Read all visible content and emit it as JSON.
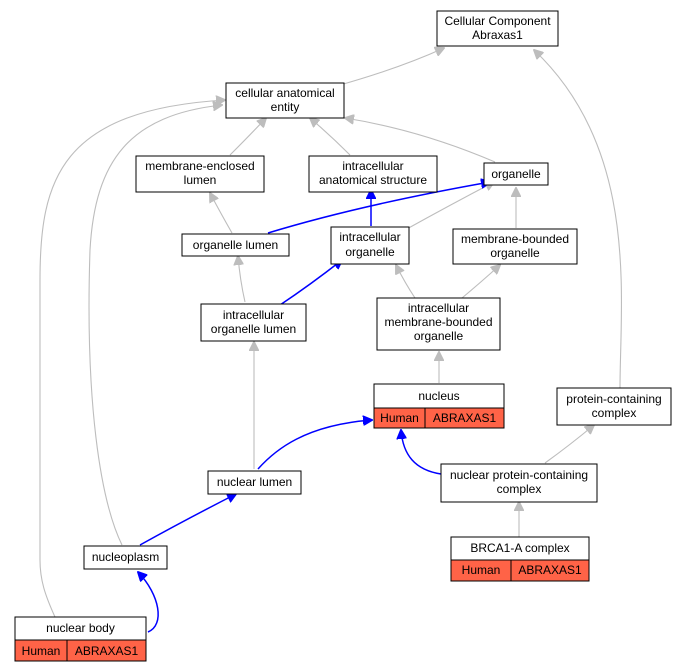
{
  "graph": {
    "colors": {
      "node_fill": "#ffffff",
      "annotation_fill": "#ff6347",
      "edge_is_a": "#bdbdbd",
      "edge_part_of": "#0000ff"
    },
    "nodes": {
      "cellular_component": {
        "label1": "Cellular Component",
        "label2": "Abraxas1"
      },
      "cellular_anatomical_entity": {
        "label1": "cellular anatomical",
        "label2": "entity"
      },
      "membrane_enclosed_lumen": {
        "label1": "membrane-enclosed",
        "label2": "lumen"
      },
      "intracellular_anatomical_structure": {
        "label1": "intracellular",
        "label2": "anatomical structure"
      },
      "organelle": {
        "label1": "organelle"
      },
      "organelle_lumen": {
        "label1": "organelle lumen"
      },
      "intracellular_organelle": {
        "label1": "intracellular",
        "label2": "organelle"
      },
      "membrane_bounded_organelle": {
        "label1": "membrane-bounded",
        "label2": "organelle"
      },
      "intracellular_organelle_lumen": {
        "label1": "intracellular",
        "label2": "organelle lumen"
      },
      "intracellular_membrane_bounded_organelle": {
        "label1": "intracellular",
        "label2": "membrane-bounded",
        "label3": "organelle"
      },
      "nucleus": {
        "label1": "nucleus",
        "species": "Human",
        "gene": "ABRAXAS1"
      },
      "protein_containing_complex": {
        "label1": "protein-containing",
        "label2": "complex"
      },
      "nuclear_lumen": {
        "label1": "nuclear lumen"
      },
      "nuclear_protein_containing_complex": {
        "label1": "nuclear protein-containing",
        "label2": "complex"
      },
      "nucleoplasm": {
        "label1": "nucleoplasm"
      },
      "brca1_a_complex": {
        "label1": "BRCA1-A complex",
        "species": "Human",
        "gene": "ABRAXAS1"
      },
      "nuclear_body": {
        "label1": "nuclear body",
        "species": "Human",
        "gene": "ABRAXAS1"
      }
    }
  }
}
